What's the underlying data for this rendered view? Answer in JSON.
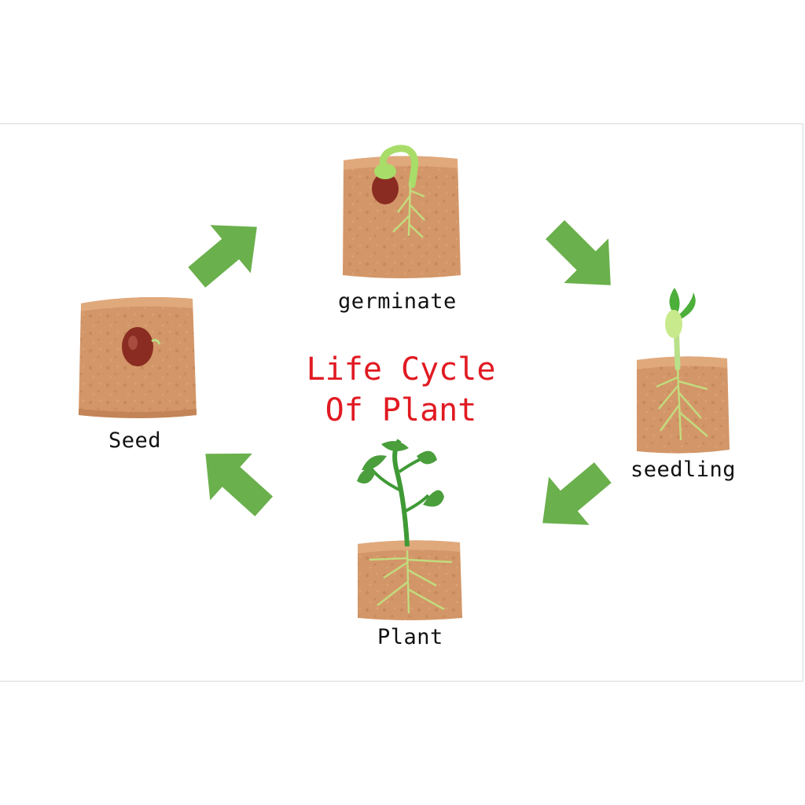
{
  "title": {
    "line1": "Life Cycle",
    "line2": "Of Plant",
    "color": "#e11a22"
  },
  "stages": [
    {
      "name": "seed",
      "label": "Seed"
    },
    {
      "name": "germinate",
      "label": "germinate"
    },
    {
      "name": "seedling",
      "label": "seedling"
    },
    {
      "name": "plant",
      "label": "Plant"
    }
  ],
  "colors": {
    "soil": "#d39668",
    "soil_dark": "#b9784c",
    "arrow": "#6ab04c",
    "leaf": "#3f9a35",
    "sprout": "#b8e08a",
    "bean": "#8a2c22",
    "root": "#c2db7e"
  },
  "icons": [
    "arrow-icon",
    "arrow-icon",
    "arrow-icon",
    "arrow-icon"
  ]
}
